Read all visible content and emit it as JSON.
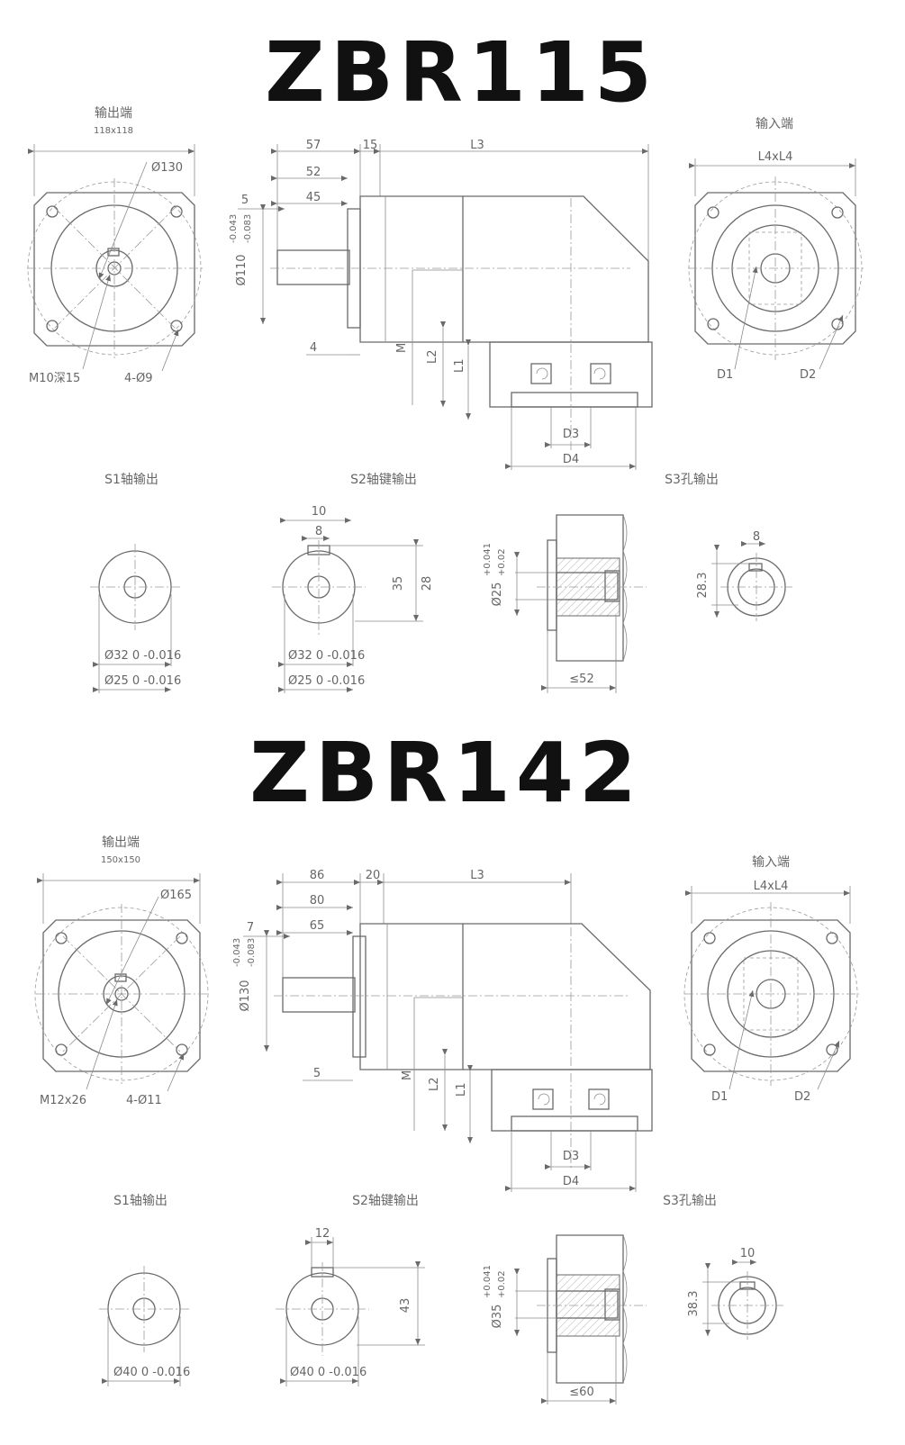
{
  "models": [
    {
      "title": "ZBR115",
      "output_end": {
        "label": "输出端",
        "size": "118x118",
        "pcd": "Ø130",
        "thread": "M10深15",
        "holes": "4-Ø9"
      },
      "side": {
        "d1": "57",
        "d2": "15",
        "l3": "L3",
        "d3": "52",
        "d4": "45",
        "d5": "5",
        "dia": "Ø110",
        "tol_a": "-0.043",
        "tol_b": "-0.083",
        "d6": "4",
        "m": "M",
        "l2": "L2",
        "l1": "L1",
        "d3_label": "D3",
        "d4_label": "D4"
      },
      "input_end": {
        "label": "输入端",
        "size": "L4xL4",
        "d1": "D1",
        "d2": "D2"
      },
      "shafts": {
        "s1": {
          "label": "S1轴输出",
          "outer": "Ø32 0 -0.016",
          "shaft": "Ø25 0 -0.016"
        },
        "s2": {
          "label": "S2轴键输出",
          "key_len": "10",
          "key_w": "8",
          "h1": "35",
          "h2": "28",
          "outer": "Ø32 0 -0.016",
          "shaft": "Ø25 0 -0.016"
        },
        "s3": {
          "label": "S3孔输出",
          "bore": "Ø25",
          "tol_a": "+0.041",
          "tol_b": "+0.02",
          "depth": "≤52",
          "key_w": "8",
          "key_h": "28.3"
        }
      }
    },
    {
      "title": "ZBR142",
      "output_end": {
        "label": "输出端",
        "size": "150x150",
        "pcd": "Ø165",
        "thread": "M12x26",
        "holes": "4-Ø11"
      },
      "side": {
        "d1": "86",
        "d2": "20",
        "l3": "L3",
        "d3": "80",
        "d4": "65",
        "d5": "7",
        "dia": "Ø130",
        "tol_a": "-0.043",
        "tol_b": "-0.083",
        "d6": "5",
        "m": "M",
        "l2": "L2",
        "l1": "L1",
        "d3_label": "D3",
        "d4_label": "D4"
      },
      "input_end": {
        "label": "输入端",
        "size": "L4xL4",
        "d1": "D1",
        "d2": "D2"
      },
      "shafts": {
        "s1": {
          "label": "S1轴输出",
          "outer": "Ø40 0 -0.016"
        },
        "s2": {
          "label": "S2轴键输出",
          "key_w": "12",
          "h1": "43",
          "outer": "Ø40 0 -0.016"
        },
        "s3": {
          "label": "S3孔输出",
          "bore": "Ø35",
          "tol_a": "+0.041",
          "tol_b": "+0.02",
          "depth": "≤60",
          "key_w": "10",
          "key_h": "38.3"
        }
      }
    }
  ]
}
